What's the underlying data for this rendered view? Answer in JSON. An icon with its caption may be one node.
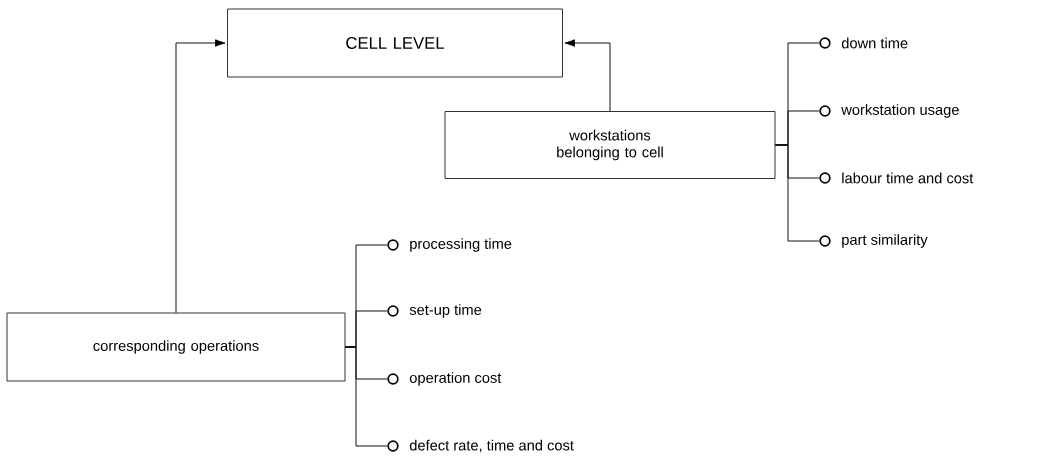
{
  "diagram": {
    "nodes": [
      {
        "text": [
          "CELL LEVEL"
        ]
      },
      {
        "text": [
          "workstations belonging to cell"
        ]
      },
      {
        "text": [
          "corresponding operations"
        ]
      },
      {
        "text": [
          "down time"
        ]
      },
      {
        "text": [
          "workstation usage"
        ]
      },
      {
        "text": [
          "labour time and cost"
        ]
      },
      {
        "text": [
          "part similarity"
        ]
      },
      {
        "text": [
          "processing time"
        ]
      },
      {
        "text": [
          "set-up time"
        ]
      },
      {
        "text": [
          "operation cost"
        ]
      },
      {
        "text": [
          "defect rate, time and cost"
        ]
      }
    ],
    "edges": [
      {
        "from": 2,
        "to": 0,
        "arrow": "to"
      },
      {
        "from": 1,
        "to": 0,
        "arrow": "to"
      },
      {
        "from": 1,
        "to": 3,
        "arrow": "none"
      },
      {
        "from": 1,
        "to": 4,
        "arrow": "none"
      },
      {
        "from": 1,
        "to": 5,
        "arrow": "none"
      },
      {
        "from": 1,
        "to": 6,
        "arrow": "none"
      },
      {
        "from": 2,
        "to": 7,
        "arrow": "none"
      },
      {
        "from": 2,
        "to": 8,
        "arrow": "none"
      },
      {
        "from": 2,
        "to": 9,
        "arrow": "none"
      },
      {
        "from": 2,
        "to": 10,
        "arrow": "none"
      }
    ]
  }
}
